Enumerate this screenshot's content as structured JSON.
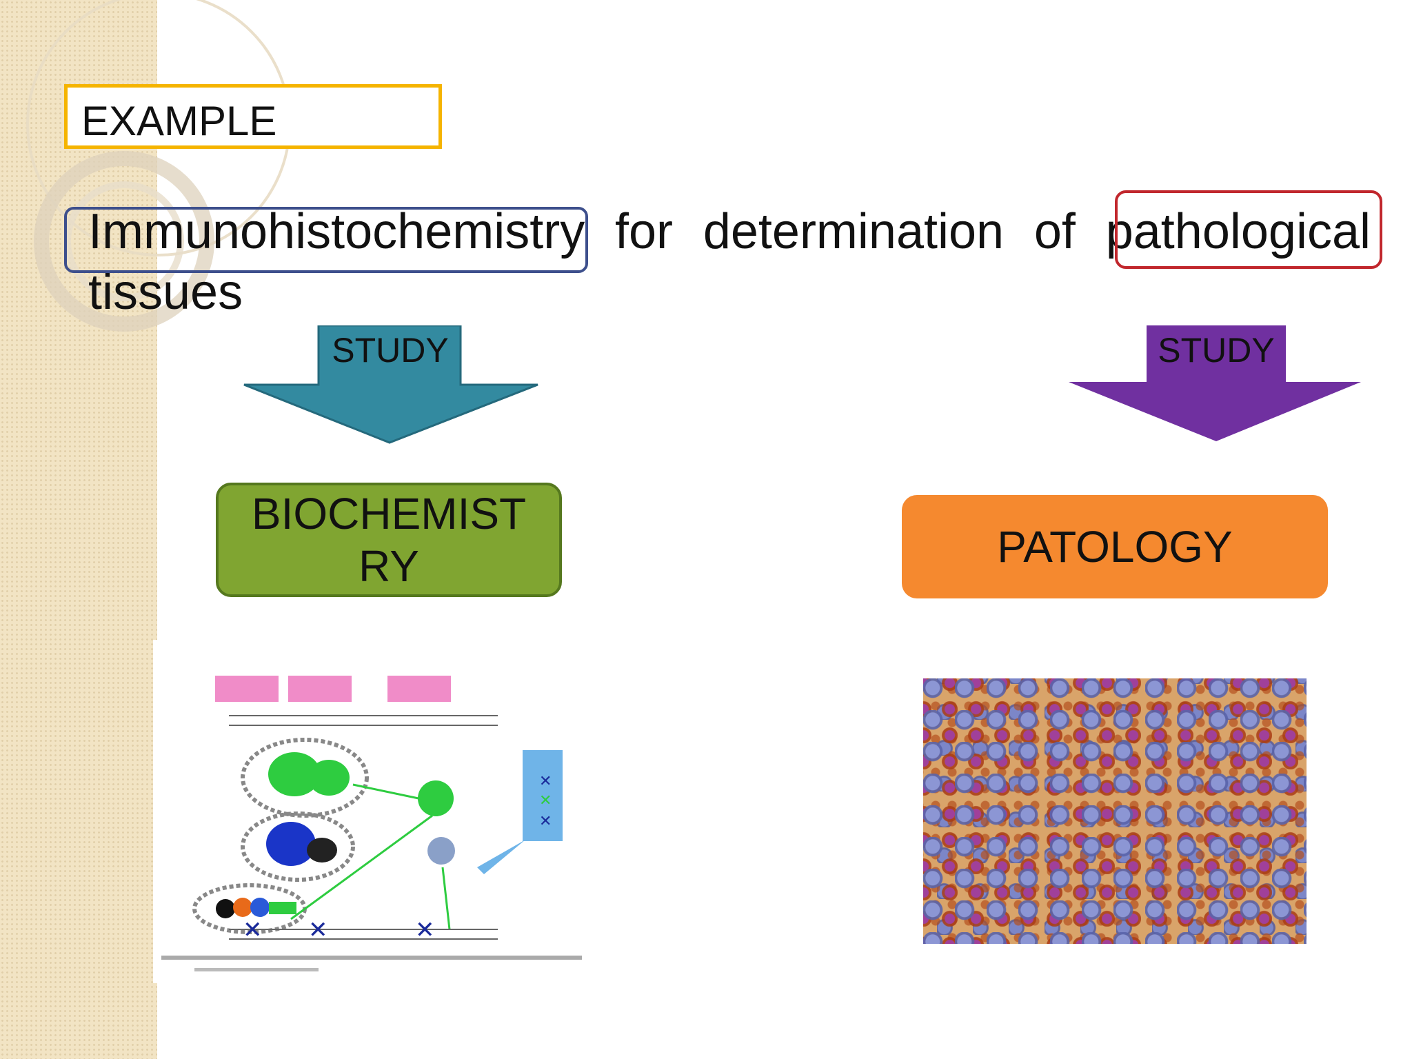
{
  "title": "EXAMPLE",
  "headline": "Immunohistochemistry for determination of pathological tissues",
  "arrows": {
    "left_label": "STUDY",
    "right_label": "STUDY"
  },
  "boxes": {
    "left": "BIOCHEMISTRY",
    "right": "PATOLOGY"
  },
  "colors": {
    "title_border": "#f5b400",
    "left_arrow": "#338aa0",
    "right_arrow": "#7030a0",
    "left_box": "#80a531",
    "right_box": "#f5892f",
    "outline_blue": "#3d4f8c",
    "outline_red": "#c1272d"
  },
  "images": {
    "left": "biochemistry-pathway-diagram",
    "right": "immunohistochemistry-tissue-micrograph"
  }
}
